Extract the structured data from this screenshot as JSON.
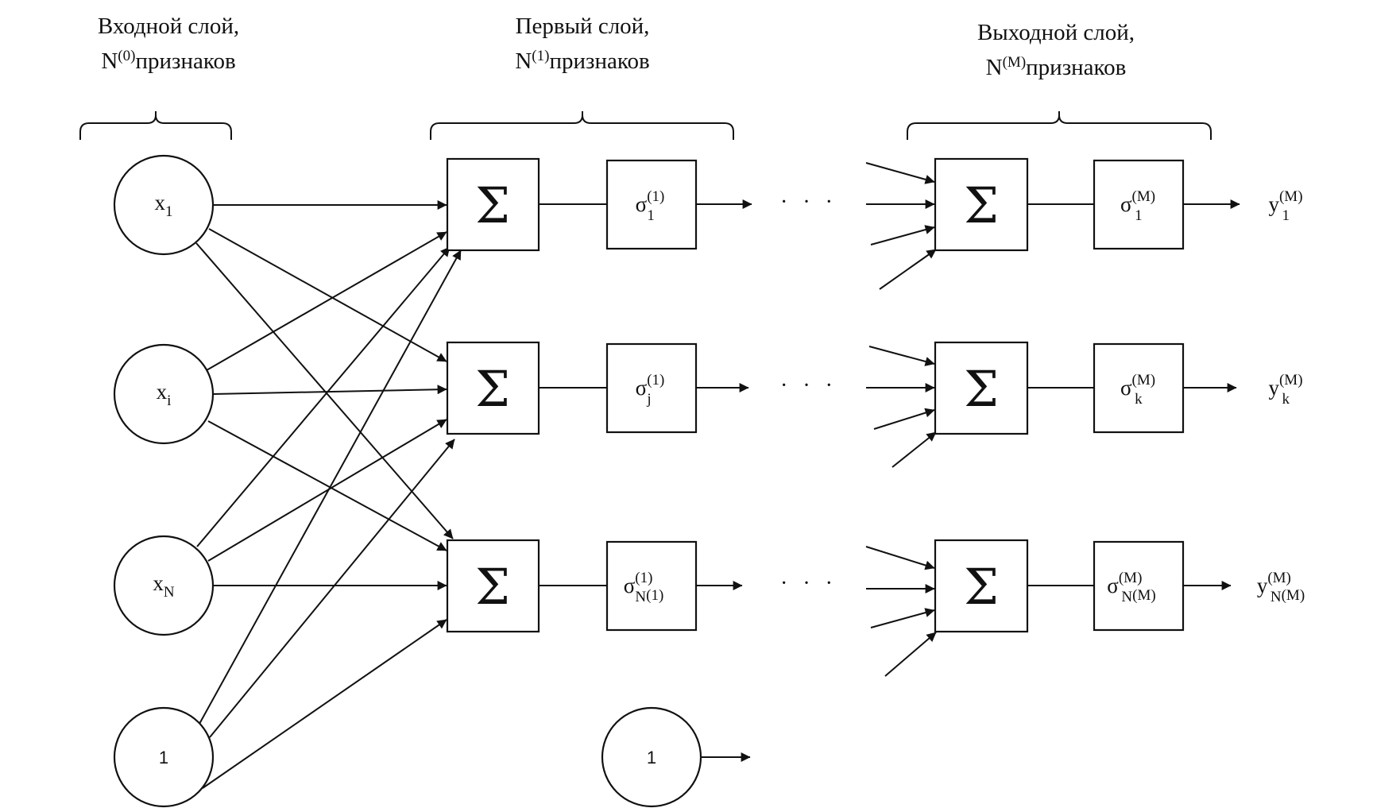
{
  "layers": {
    "input": {
      "title": "Входной слой,",
      "count_base": "N",
      "count_sup": "(0)",
      "count_suffix": "признаков"
    },
    "first": {
      "title": "Первый слой,",
      "count_base": "N",
      "count_sup": "(1)",
      "count_suffix": "признаков"
    },
    "output": {
      "title": "Выходной слой,",
      "count_base": "N",
      "count_sup": "(M)",
      "count_suffix": "признаков"
    }
  },
  "inputs": [
    {
      "base": "x",
      "sub": "1"
    },
    {
      "base": "x",
      "sub": "i"
    },
    {
      "base": "x",
      "sub": "N"
    }
  ],
  "bias": {
    "label": "1"
  },
  "sum_symbol": "Σ",
  "ellipsis": "· · ·",
  "first_layer_activations": [
    {
      "base": "σ",
      "sup": "(1)",
      "sub": "1"
    },
    {
      "base": "σ",
      "sup": "(1)",
      "sub": "j"
    },
    {
      "base": "σ",
      "sup": "(1)",
      "sub": "N",
      "subsup": "(1)"
    }
  ],
  "output_layer_activations": [
    {
      "base": "σ",
      "sup": "(M)",
      "sub": "1"
    },
    {
      "base": "σ",
      "sup": "(M)",
      "sub": "k"
    },
    {
      "base": "σ",
      "sup": "(M)",
      "sub": "N",
      "subsup": "(M)"
    }
  ],
  "outputs": [
    {
      "base": "y",
      "sup": "(M)",
      "sub": "1"
    },
    {
      "base": "y",
      "sup": "(M)",
      "sub": "k"
    },
    {
      "base": "y",
      "sup": "(M)",
      "sub": "N",
      "subsup": "(M)"
    }
  ]
}
